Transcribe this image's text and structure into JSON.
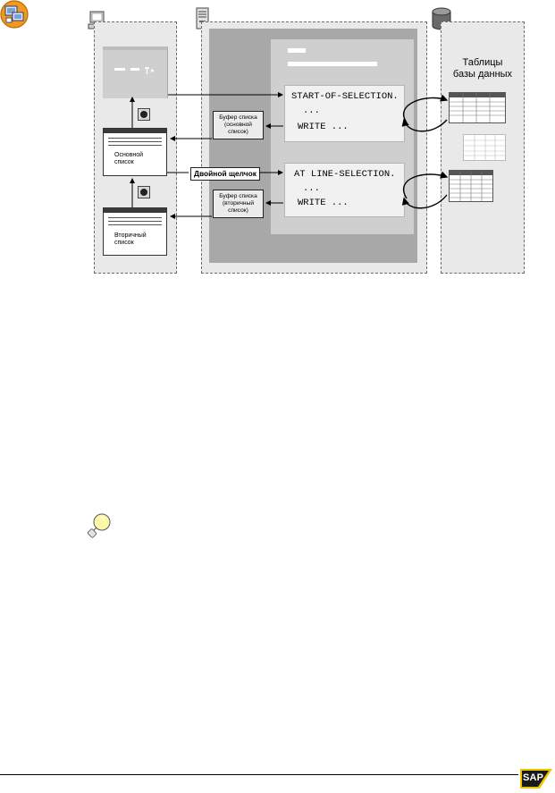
{
  "diagram": {
    "buffer_primary": [
      "Буфер списка",
      "(основной",
      "список)"
    ],
    "buffer_secondary": [
      "Буфер списка",
      "(вторичный",
      "список)"
    ],
    "primary_list_label": [
      "Основной",
      "список"
    ],
    "secondary_list_label": [
      "Вторичный",
      "список"
    ],
    "double_click_label": "Двойной щелчок",
    "code_block_1": [
      "START-OF-SELECTION.",
      "...",
      "WRITE ..."
    ],
    "code_block_2": [
      "AT LINE-SELECTION.",
      "...",
      "WRITE ..."
    ],
    "db_tables_label": [
      "Таблицы",
      "базы данных"
    ],
    "brand_logo": "SAP"
  },
  "icons": {
    "unit_icon": "computer-unit-icon",
    "client_icon": "desktop-computer-icon",
    "server_icon": "server-tower-icon",
    "database_icon": "database-cylinder-icon",
    "tip_icon": "lightbulb-icon"
  },
  "colors": {
    "unit_icon_bg": "#f39a1e",
    "zone_bg": "#e9e9e9",
    "app_server_dark": "#a8a8a8",
    "app_server_mid": "#cfcfcf",
    "brand_yellow": "#f0c400"
  }
}
